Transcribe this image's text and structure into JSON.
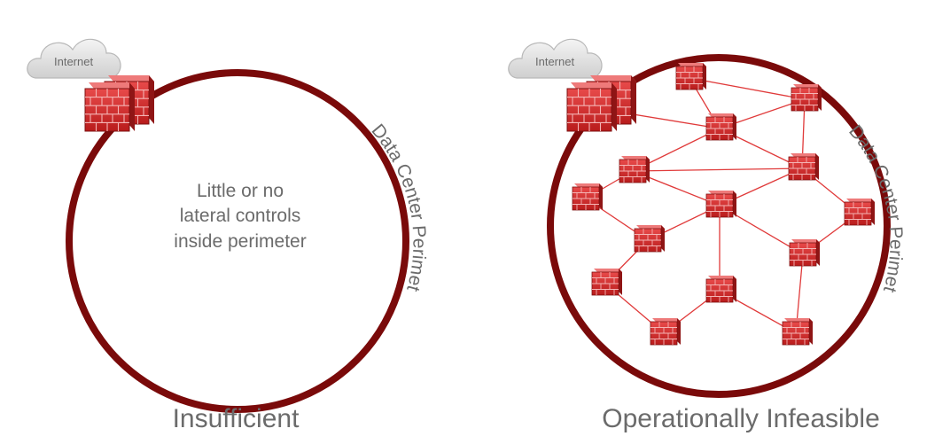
{
  "left_panel": {
    "cloud_label": "Internet",
    "perimeter_label": "Data Center Perimeter",
    "center_text": [
      "Little or no",
      "lateral controls",
      "inside perimeter"
    ],
    "caption": "Insufficient"
  },
  "right_panel": {
    "cloud_label": "Internet",
    "perimeter_label": "Data Center Perimeter",
    "caption": "Operationally Infeasible"
  },
  "colors": {
    "perimeter": "#7a0a0a",
    "firewall": "#d62f2f",
    "link": "#e03a3a",
    "text": "#6b6b6b"
  },
  "icons": {
    "cloud": "cloud-icon",
    "firewall": "firewall-icon"
  }
}
